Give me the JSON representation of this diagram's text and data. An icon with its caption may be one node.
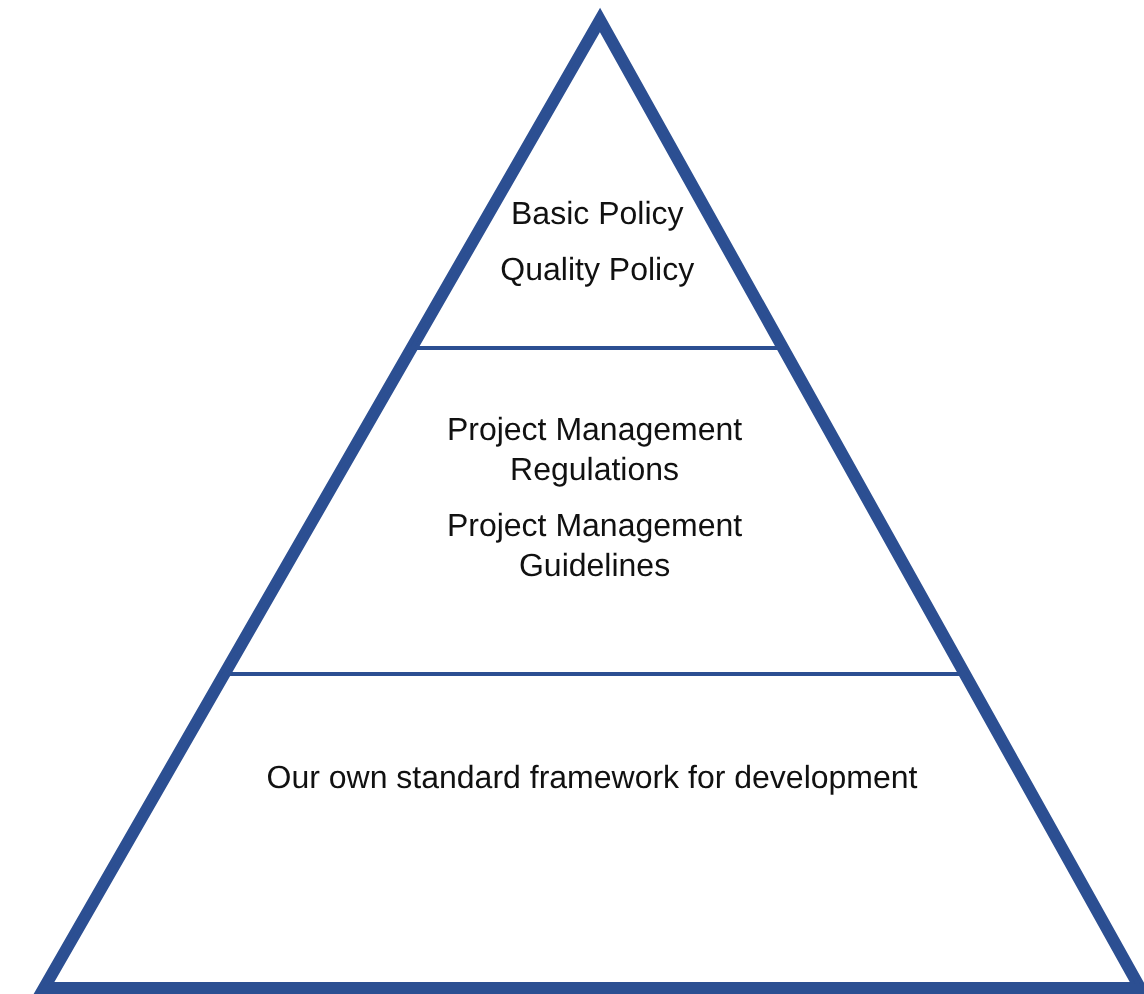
{
  "diagram": {
    "nodes": [
      {
        "text": [
          "Basic Policy",
          "Quality Policy"
        ]
      },
      {
        "text": [
          "Project Management Regulations",
          "Project Management Guidelines"
        ]
      },
      {
        "text": [
          "Our own standard framework for development"
        ]
      }
    ]
  }
}
